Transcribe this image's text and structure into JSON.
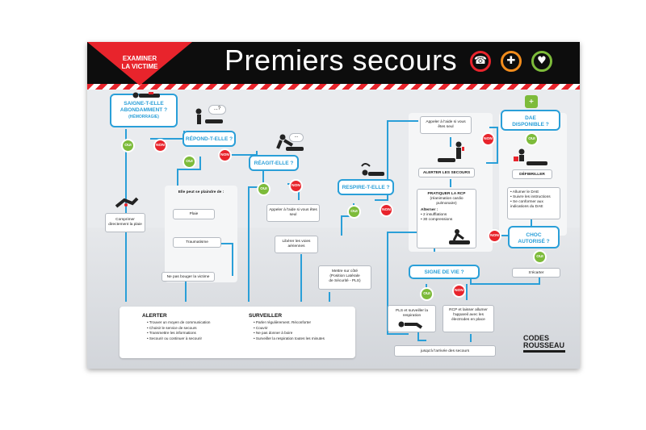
{
  "header": {
    "tag_line1": "EXAMINER",
    "tag_line2": "LA VICTIME",
    "title": "Premiers secours",
    "icons": [
      {
        "name": "phone-icon",
        "color": "#e8242c",
        "glyph": "☎"
      },
      {
        "name": "medical-cross-icon",
        "color": "#f28c1c",
        "glyph": "✚"
      },
      {
        "name": "heart-defibrillator-icon",
        "color": "#7dbb3a",
        "glyph": "♥"
      }
    ]
  },
  "labels": {
    "oui": "OUI",
    "non": "NON"
  },
  "questions": {
    "saigne_line1": "SAIGNE-T-ELLE",
    "saigne_line2": "ABONDAMMENT ?",
    "saigne_sub": "(HÉMORRAGIE)",
    "repond": "RÉPOND-T-ELLE ?",
    "reagit": "RÉAGIT-ELLE ?",
    "respire": "RESPIRE-T-ELLE ?",
    "dae_line1": "DAE",
    "dae_line2": "DISPONIBLE ?",
    "choc_line1": "CHOC",
    "choc_line2": "AUTORISÉ ?",
    "signe": "SIGNE DE VIE ?"
  },
  "boxes": {
    "comprimer": "Comprimer directement la plaie",
    "plaindre": "Elle peut se plaindre de :",
    "plaie": "Plaie",
    "traumatisme": "Traumatisme",
    "ne_pas_bouger": "Ne pas bouger la victime",
    "appeler_seul_1": "Appeler à l'aide si vous êtes seul",
    "liberer": "Libérer les voies aériennes",
    "pls_line1": "Mettre sur côté",
    "pls_line2": "(Position Latérale",
    "pls_line3": "de Sécurité - PLS)",
    "appeler_seul_2": "Appeler à l'aide si vous êtes seul",
    "alerter_secours": "ALERTER LES SECOURS",
    "rcp_title": "PRATIQUER LA RCP",
    "rcp_sub": "(réanimation cardio pulmonaire)",
    "rcp_alterner": "Alterner :",
    "rcp_item1": "• 2 insufflations",
    "rcp_item2": "• 30 compressions",
    "defibriller": "DÉFIBRILLER",
    "dae_step1": "• Allumer le DAE",
    "dae_step2": "• Suivre les instructions",
    "dae_step3": "• Se conformer aux indications du DAE",
    "ecarter": "S'écarter",
    "pls_surveiller": "PLS et surveiller la respiration",
    "rcp_laisser": "RCP et laisser allumer l'appareil avec les électrodes en place",
    "arrivee": "jusqu'à l'arrivée des secours"
  },
  "bubbles": {
    "repond": "...?",
    "reagit": "..."
  },
  "alerter": {
    "title": "ALERTER",
    "items": [
      "• Trouver un moyen de communication",
      "• Choisir le service de secours",
      "• Transmettre les informations",
      "• Secourir ou continuer à secourir"
    ]
  },
  "surveiller": {
    "title": "SURVEILLER",
    "items": [
      "• Parler régulièrement. Réconforter",
      "• Couvrir",
      "• Ne pas donner à boire",
      "• Surveiller la respiration toutes les minutes"
    ]
  },
  "logo": {
    "line1": "CODES",
    "line2": "ROUSSEAU"
  },
  "colors": {
    "blue": "#2a9fd8",
    "red": "#e8242c",
    "green": "#7dbb3a",
    "orange": "#f28c1c"
  }
}
